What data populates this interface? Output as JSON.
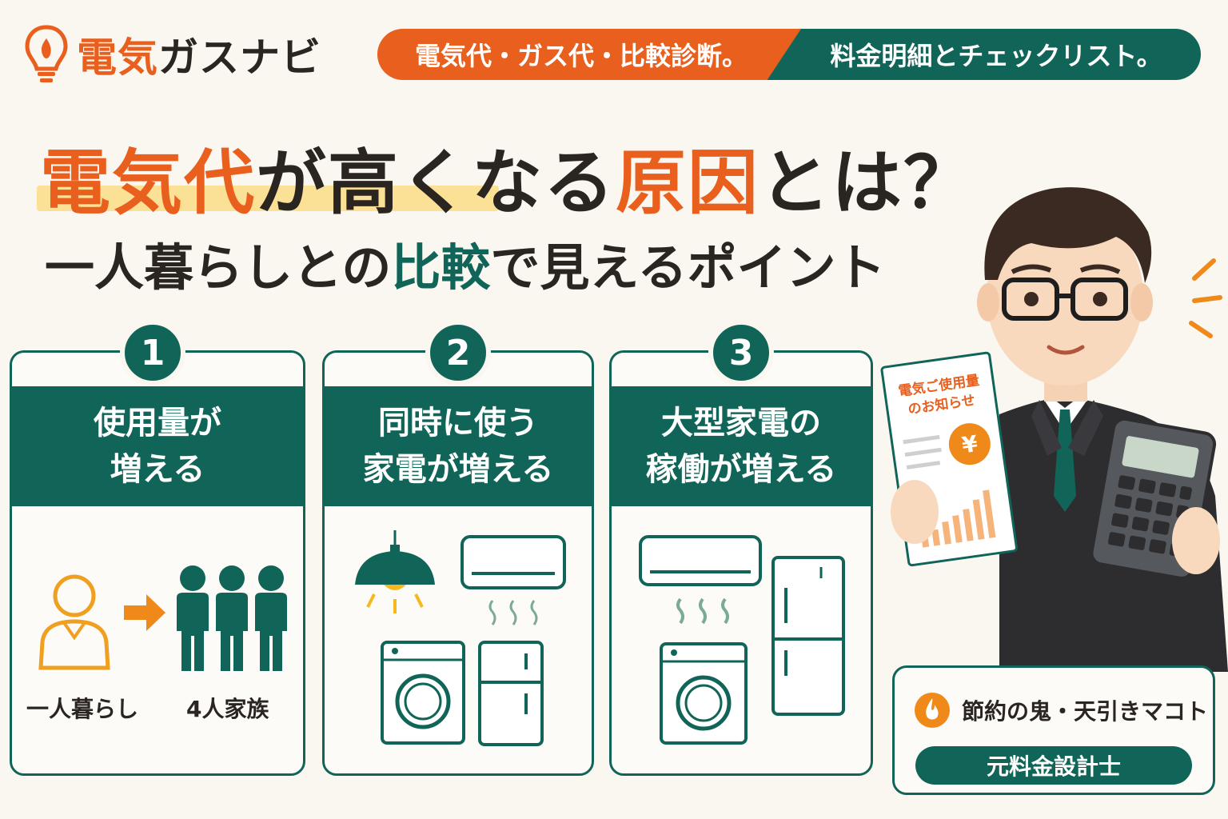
{
  "brand": {
    "name_part1": "電気",
    "name_part2": "ガスナビ",
    "icon": "light-bulb-flame-icon"
  },
  "header_pill": {
    "left_text": "電気代・ガス代・比較診断。",
    "right_text": "料金明細とチェックリスト。"
  },
  "title": {
    "part1": "電気代",
    "part2": "が高くなる",
    "part3": "原因",
    "part4": "とは？"
  },
  "subtitle": {
    "part1": "一人暮らしとの",
    "part2": "比較",
    "part3": "で見えるポイント"
  },
  "cards": [
    {
      "number": "1",
      "heading_line1": "使用量が",
      "heading_line2": "増える",
      "label_left": "一人暮らし",
      "label_right": "4人家族"
    },
    {
      "number": "2",
      "heading_line1": "同時に使う",
      "heading_line2": "家電が増える"
    },
    {
      "number": "3",
      "heading_line1": "大型家電の",
      "heading_line2": "稼働が増える"
    }
  ],
  "bill": {
    "line1": "電気ご使用量",
    "line2": "のお知らせ",
    "currency": "¥"
  },
  "advisor": {
    "name": "節約の鬼・天引きマコト",
    "role": "元料金設計士"
  },
  "colors": {
    "orange": "#e85f1e",
    "green": "#116558",
    "cream": "#faf7f1",
    "yellow": "#fbe195"
  }
}
